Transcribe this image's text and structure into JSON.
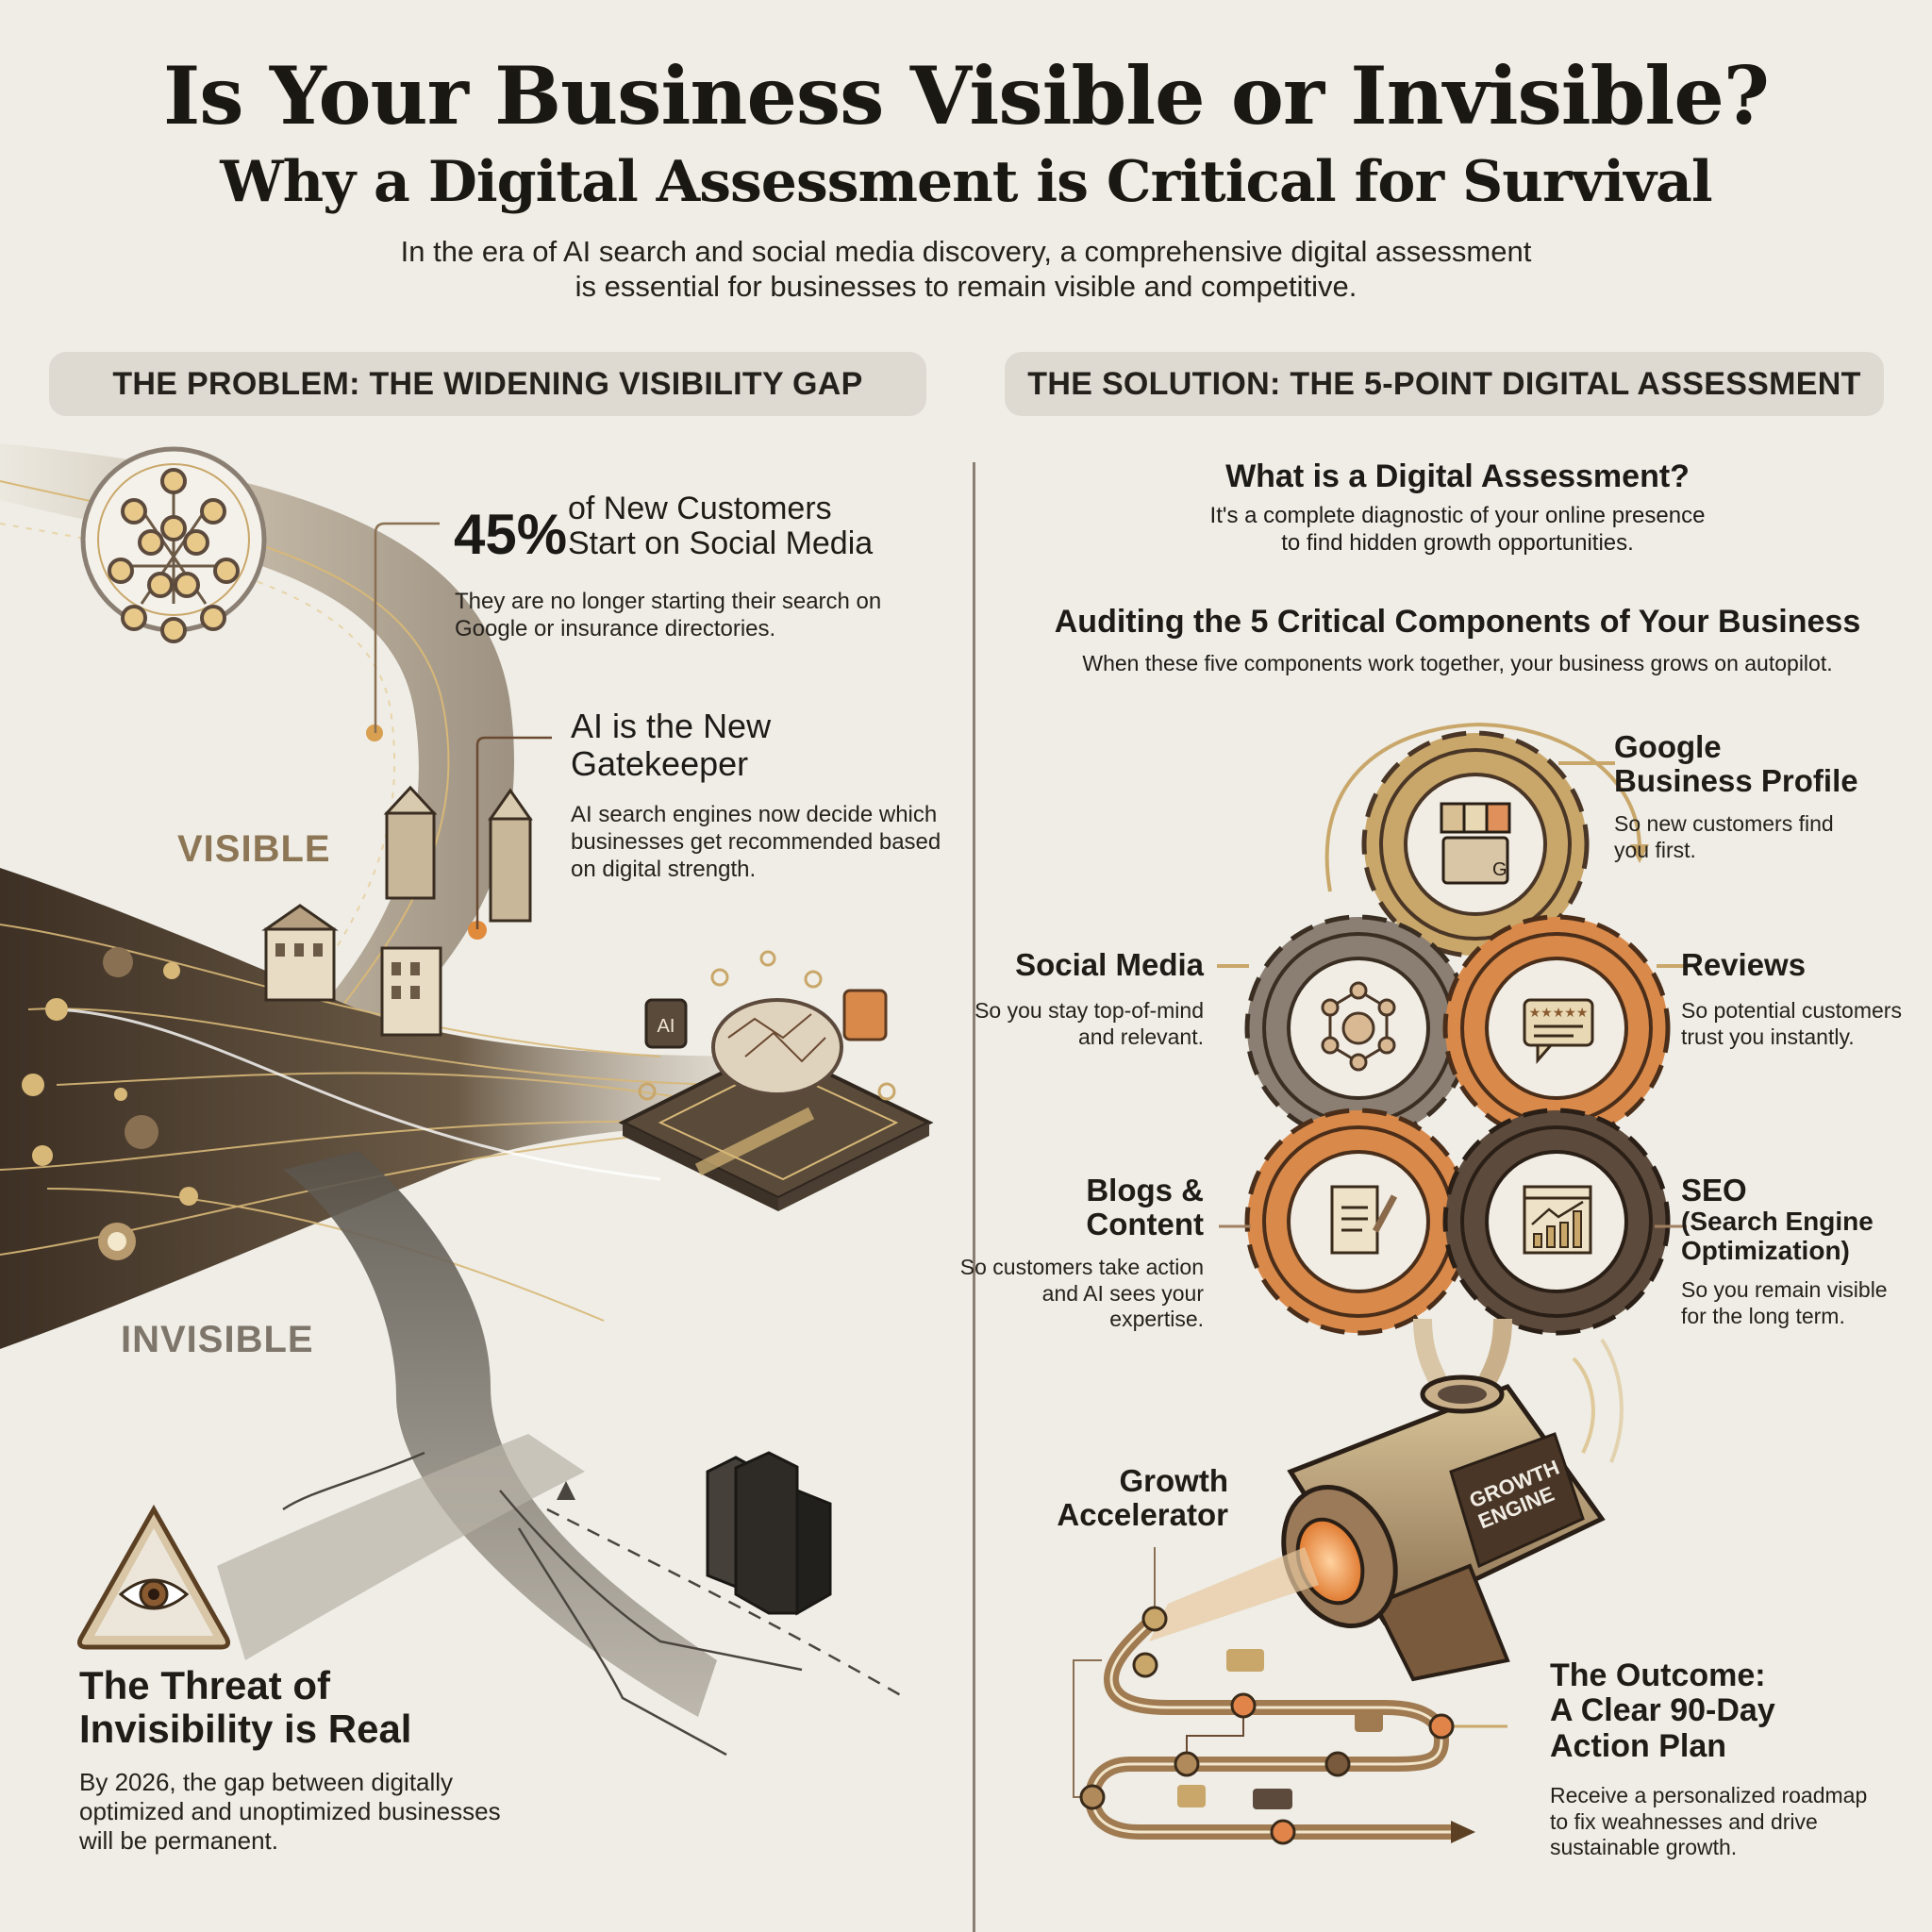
{
  "header": {
    "title": "Is Your Business Visible or Invisible?",
    "subtitle": "Why a Digital Assessment is Critical for Survival",
    "intro_line1": "In the era of AI search and social media discovery, a comprehensive digital assessment",
    "intro_line2": "is essential for businesses to remain visible and competitive."
  },
  "problem": {
    "section_label": "THE PROBLEM: THE WIDENING VISIBILITY GAP",
    "stat": {
      "value": "45%",
      "label_line1": "of New Customers",
      "label_line2": "Start on Social Media",
      "body": "They are no longer starting their search on Google or insurance directories."
    },
    "ai": {
      "title_line1": "AI is the New",
      "title_line2": "Gatekeeper",
      "body": "AI search engines now decide which businesses get recommended based on digital strength.",
      "badge_text": "AI"
    },
    "road_labels": {
      "visible": "VISIBLE",
      "invisible": "INVISIBLE"
    },
    "threat": {
      "title_line1": "The Threat of",
      "title_line2": "Invisibility is Real",
      "body": "By 2026, the gap between digitally optimized and unoptimized businesses will be permanent."
    }
  },
  "solution": {
    "section_label": "THE SOLUTION: THE 5-POINT DIGITAL ASSESSMENT",
    "what": {
      "title": "What is a Digital Assessment?",
      "body_line1": "It's a complete diagnostic of your online presence",
      "body_line2": "to find hidden growth opportunities."
    },
    "audit": {
      "title": "Auditing the 5 Critical Components of Your Business",
      "body": "When these five components work together, your business grows on autopilot."
    },
    "components": [
      {
        "id": "gbp",
        "title_line1": "Google",
        "title_line2": "Business Profile",
        "body": "So new customers find you first.",
        "icon": "storefront-icon",
        "color": "#c9a76a"
      },
      {
        "id": "social",
        "title_line1": "Social Media",
        "title_line2": "",
        "body": "So you stay top-of-mind and relevant.",
        "icon": "social-network-icon",
        "color": "#8a7f72"
      },
      {
        "id": "reviews",
        "title_line1": "Reviews",
        "title_line2": "",
        "body": "So potential customers trust you instantly.",
        "icon": "star-review-icon",
        "color": "#d9894a"
      },
      {
        "id": "blogs",
        "title_line1": "Blogs &",
        "title_line2": "Content",
        "body": "So customers take action and AI sees your expertise.",
        "icon": "document-pen-icon",
        "color": "#d9894a"
      },
      {
        "id": "seo",
        "title_line1": "SEO",
        "title_line2": "(Search Engine Optimization)",
        "body": "So you remain visible for the long term.",
        "icon": "growth-chart-icon",
        "color": "#5c4a3c"
      }
    ],
    "engine": {
      "label": "GROWTH ENGINE",
      "label_line1": "GROWTH",
      "label_line2": "ENGINE",
      "accelerator_line1": "Growth",
      "accelerator_line2": "Accelerator"
    },
    "outcome": {
      "title_line1": "The Outcome:",
      "title_line2": "A Clear 90-Day",
      "title_line3": "Action Plan",
      "body": "Receive a personalized roadmap to fix weahnesses and drive sustainable growth."
    }
  },
  "colors": {
    "background": "#efede6",
    "pill": "#dedad1",
    "text": "#1d1b17",
    "gold": "#c9a76a",
    "orange": "#d9894a",
    "dark_brown": "#5c4a3c",
    "gray": "#8a7f72",
    "visible_label": "#8d7655",
    "invisible_label": "#7e766b"
  }
}
